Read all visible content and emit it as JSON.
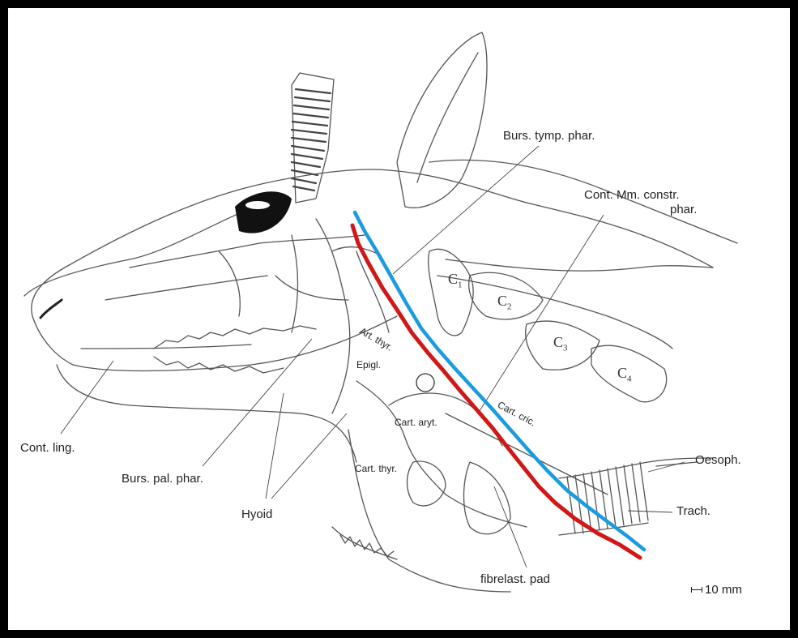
{
  "labels": {
    "burs_tymp_phar": "Burs. tymp. phar.",
    "cont_mm_constr_1": "Cont. Mm. constr.",
    "cont_mm_constr_2": "phar.",
    "cont_ling": "Cont. ling.",
    "burs_pal_phar": "Burs. pal. phar.",
    "hyoid": "Hyoid",
    "oesoph": "Oesoph.",
    "trach": "Trach.",
    "fibrelast_pad": "fibrelast. pad",
    "epigl": "Epigl.",
    "art_thyr": "Art. thyr.",
    "cart_aryt": "Cart. aryt.",
    "cart_cric": "Cart. cric.",
    "cart_thyr": "Cart. thyr.",
    "c1": "C",
    "c1_sub": "1",
    "c2": "C",
    "c2_sub": "2",
    "c3": "C",
    "c3_sub": "3",
    "c4": "C",
    "c4_sub": "4"
  },
  "scale": {
    "text": "10 mm"
  },
  "colors": {
    "red_line": "#d01818",
    "blue_line": "#1a9be0",
    "ink": "#555555"
  }
}
